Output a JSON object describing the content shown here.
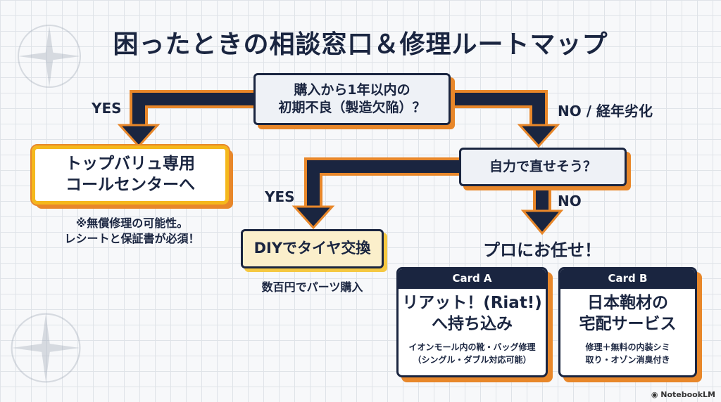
{
  "title": "困ったときの相談窓口＆修理ルートマップ",
  "question1": {
    "line1": "購入から1年以内の",
    "line2": "初期不良（製造欠陥）？"
  },
  "yes1": "YES",
  "no1": "NO / 経年劣化",
  "left_box": {
    "line1": "トップバリュ専用",
    "line2": "コールセンターへ"
  },
  "left_note": {
    "line1": "※無償修理の可能性。",
    "line2": "レシートと保証書が必須！"
  },
  "question2": "自力で直せそう？",
  "yes2": "YES",
  "no2": "NO",
  "diy_box": "DIYでタイヤ交換",
  "diy_note": "数百円でパーツ購入",
  "pro_label": "プロにお任せ！",
  "cards": [
    {
      "header": "Card A",
      "main1": "リアット！(Riat!)",
      "main2": "へ持ち込み",
      "sub1": "イオンモール内の靴・バッグ修理",
      "sub2": "（シングル・ダブル対応可能）"
    },
    {
      "header": "Card B",
      "main1": "日本鞄材の",
      "main2": "宅配サービス",
      "sub1": "修理＋無料の内装シミ",
      "sub2": "取り・オゾン消臭付き"
    }
  ],
  "watermark": "NotebookLM",
  "colors": {
    "navy": "#1a2540",
    "orange": "#e8872a",
    "yellow": "#f5b81c"
  }
}
